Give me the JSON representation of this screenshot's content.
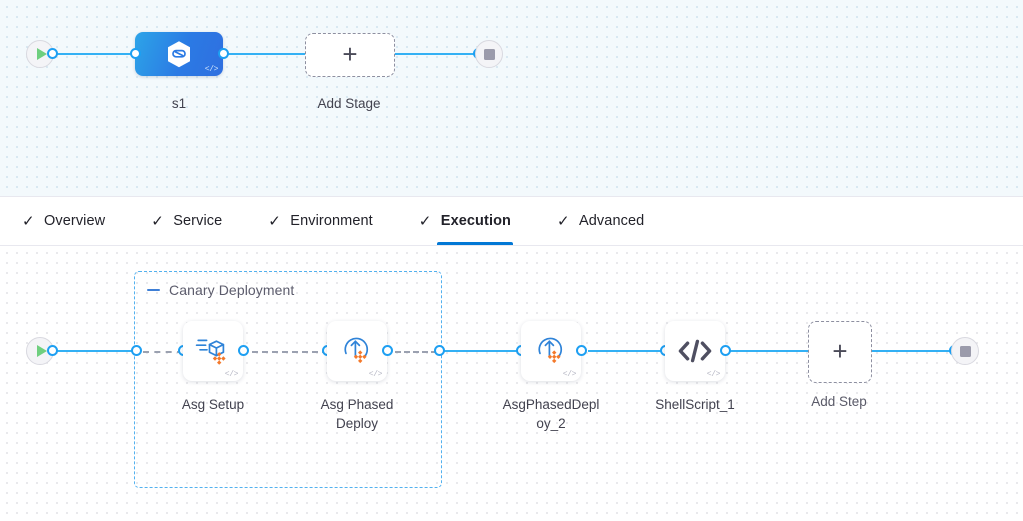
{
  "pipeline_canvas": {
    "start_node": {
      "name": "start-node",
      "icon": "play-icon"
    },
    "end_node": {
      "name": "end-node",
      "icon": "stop-icon"
    },
    "stage": {
      "label": "s1",
      "icon": "harness-hexagon-icon",
      "badge": "</>"
    },
    "add_stage": {
      "label": "Add Stage",
      "icon": "plus-icon"
    }
  },
  "tabs": [
    {
      "label": "Overview",
      "check": "✓",
      "active": false
    },
    {
      "label": "Service",
      "check": "✓",
      "active": false
    },
    {
      "label": "Environment",
      "check": "✓",
      "active": false
    },
    {
      "label": "Execution",
      "check": "✓",
      "active": true
    },
    {
      "label": "Advanced",
      "check": "✓",
      "active": false
    }
  ],
  "execution_canvas": {
    "start_node": {
      "name": "execution-start-node",
      "icon": "play-icon"
    },
    "end_node": {
      "name": "execution-end-node",
      "icon": "stop-icon"
    },
    "group": {
      "title": "Canary Deployment",
      "collapse_icon": "minus-icon"
    },
    "steps": [
      {
        "label": "Asg Setup",
        "icon": "asg-setup-icon",
        "badge": "</>"
      },
      {
        "label": "Asg Phased Deploy",
        "label_line1": "Asg Phased",
        "label_line2": "Deploy",
        "icon": "asg-phased-deploy-icon",
        "badge": "</>"
      },
      {
        "label": "AsgPhasedDeploy_2",
        "label_line1": "AsgPhasedDepl",
        "label_line2": "oy_2",
        "icon": "asg-phased-deploy-icon",
        "badge": "</>"
      },
      {
        "label": "ShellScript_1",
        "icon": "shell-script-icon",
        "badge": "</>"
      }
    ],
    "add_step": {
      "label": "Add Step",
      "icon": "plus-icon"
    }
  },
  "colors": {
    "accent_blue": "#0278d5",
    "edge_blue": "#33b0f4",
    "dot_blue": "#1d9ff2",
    "stage_blue": "#2b7ae4",
    "group_border": "#52b1ef",
    "play_green": "#6fcf7f",
    "stop_gray": "#9b9bab",
    "aws_orange": "#f4792b",
    "shell_dark": "#4f4f61",
    "canvas_top_bg": "#f3f9fc",
    "canvas_bottom_bg": "#ffffff"
  }
}
